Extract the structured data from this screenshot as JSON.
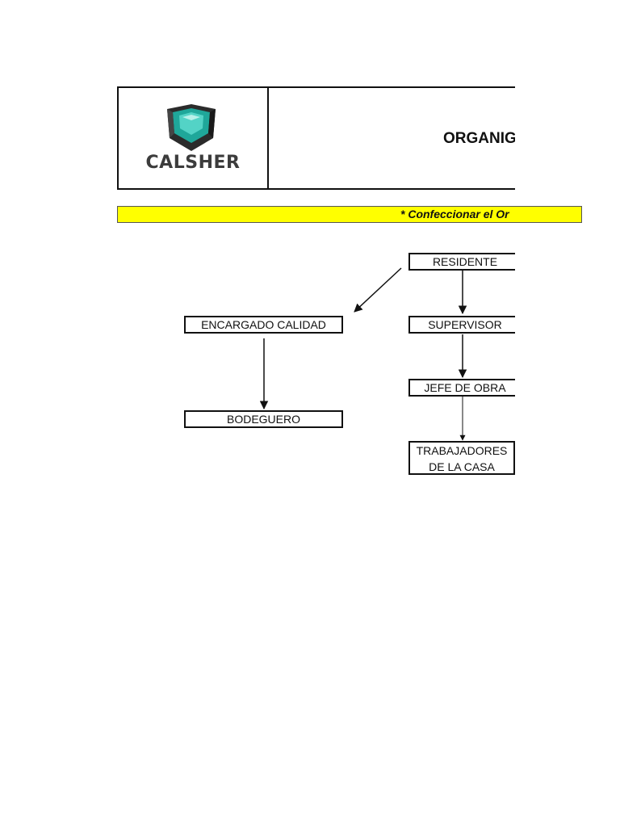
{
  "header": {
    "logo_text": "CALSHER",
    "logo_icon": "calsher-cube-icon",
    "title": "ORGANIG"
  },
  "notice": {
    "text": "* Confeccionar el Or"
  },
  "org_chart": {
    "nodes": {
      "residente": "RESIDENTE",
      "encargado_calidad": "ENCARGADO CALIDAD",
      "supervisor": "SUPERVISOR",
      "jefe_obra": "JEFE DE OBRA",
      "bodeguero": "BODEGUERO",
      "trabajadores": "TRABAJADORES DE LA CASA"
    }
  },
  "colors": {
    "notice_background": "#ffff00",
    "logo_teal": "#1fa79a",
    "logo_dark": "#2b2b2b",
    "border": "#111111"
  }
}
